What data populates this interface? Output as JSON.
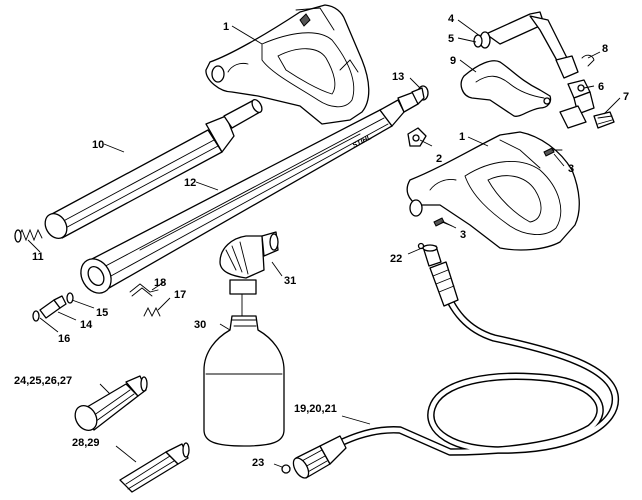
{
  "diagram": {
    "callouts": [
      {
        "id": "1a",
        "text": "1"
      },
      {
        "id": "1b",
        "text": "1"
      },
      {
        "id": "2",
        "text": "2"
      },
      {
        "id": "3a",
        "text": "3"
      },
      {
        "id": "3b",
        "text": "3"
      },
      {
        "id": "4",
        "text": "4"
      },
      {
        "id": "5",
        "text": "5"
      },
      {
        "id": "6",
        "text": "6"
      },
      {
        "id": "7",
        "text": "7"
      },
      {
        "id": "8",
        "text": "8"
      },
      {
        "id": "9",
        "text": "9"
      },
      {
        "id": "10",
        "text": "10"
      },
      {
        "id": "11",
        "text": "11"
      },
      {
        "id": "12",
        "text": "12"
      },
      {
        "id": "13",
        "text": "13"
      },
      {
        "id": "14",
        "text": "14"
      },
      {
        "id": "15",
        "text": "15"
      },
      {
        "id": "16",
        "text": "16"
      },
      {
        "id": "17",
        "text": "17"
      },
      {
        "id": "18",
        "text": "18"
      },
      {
        "id": "19-21",
        "text": "19,20,21"
      },
      {
        "id": "22",
        "text": "22"
      },
      {
        "id": "23",
        "text": "23"
      },
      {
        "id": "24-27",
        "text": "24,25,26,27"
      },
      {
        "id": "28-29",
        "text": "28,29"
      },
      {
        "id": "30",
        "text": "30"
      },
      {
        "id": "31",
        "text": "31"
      }
    ],
    "lance_brand": "STIHL"
  }
}
